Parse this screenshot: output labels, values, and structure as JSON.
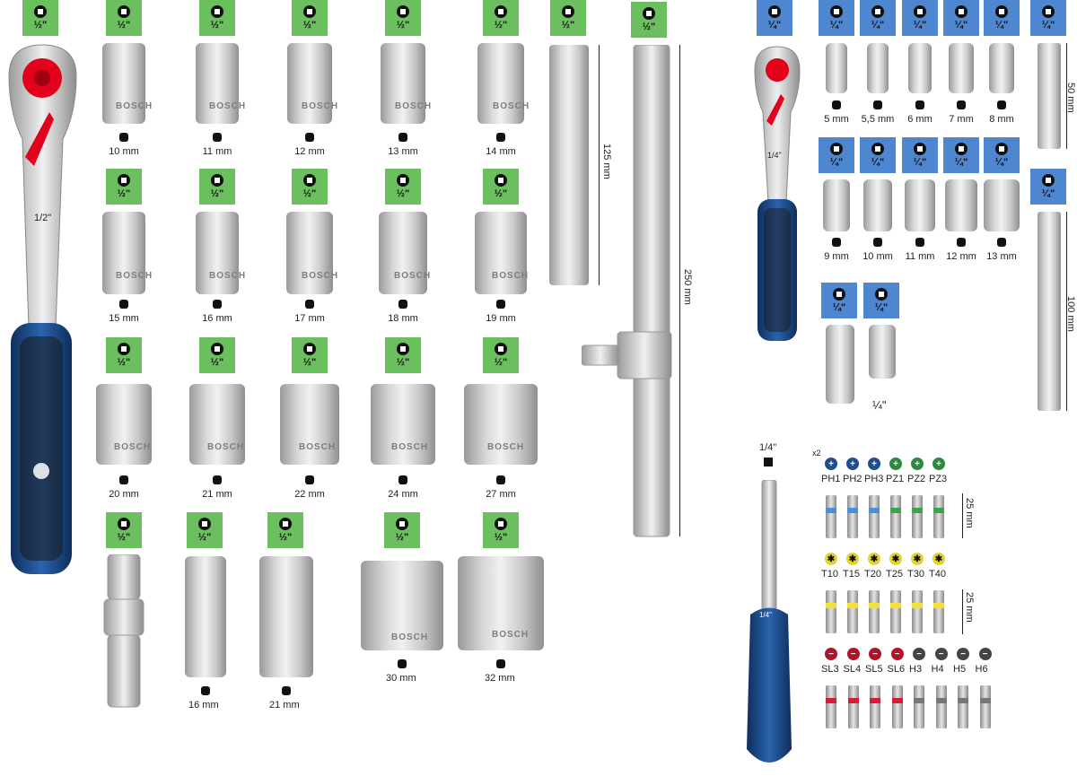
{
  "drive_half": "½\"",
  "drive_quarter": "¼\"",
  "ratchet_half_text": "1/2\"",
  "ratchet_quarter_text": "1/4\"",
  "brand": "BOSCH",
  "half_sockets_row1": [
    "10 mm",
    "11 mm",
    "12 mm",
    "13 mm",
    "14 mm"
  ],
  "half_sockets_row2": [
    "15 mm",
    "16 mm",
    "17 mm",
    "18 mm",
    "19 mm"
  ],
  "half_sockets_row3": [
    "20 mm",
    "21 mm",
    "22 mm",
    "24 mm",
    "27 mm"
  ],
  "half_deep_row4": [
    "16 mm",
    "21 mm"
  ],
  "half_big_row4": [
    "30 mm",
    "32 mm"
  ],
  "ext_short_len": "125 mm",
  "ext_long_len": "250 mm",
  "quarter_row1": [
    "5 mm",
    "5,5 mm",
    "6 mm",
    "7 mm",
    "8 mm"
  ],
  "quarter_row2": [
    "9 mm",
    "10 mm",
    "11 mm",
    "12 mm",
    "13 mm"
  ],
  "quarter_ext_short": "50 mm",
  "quarter_ext_long": "100 mm",
  "adapter_label": "¼\"",
  "screwdriver_drive": "1/4\"",
  "bits_count": "x2",
  "bits_len": "25 mm",
  "bits_row1": [
    "PH1",
    "PH2",
    "PH3",
    "PZ1",
    "PZ2",
    "PZ3"
  ],
  "bits_row2": [
    "T10",
    "T15",
    "T20",
    "T25",
    "T30",
    "T40"
  ],
  "bits_row3": [
    "SL3",
    "SL4",
    "SL5",
    "SL6",
    "H3",
    "H4",
    "H5",
    "H6"
  ],
  "colors": {
    "green_badge": "#6cbf5f",
    "blue_badge": "#4e86cf",
    "handle_blue": "#1d4f91",
    "ratchet_red": "#e2001a"
  }
}
